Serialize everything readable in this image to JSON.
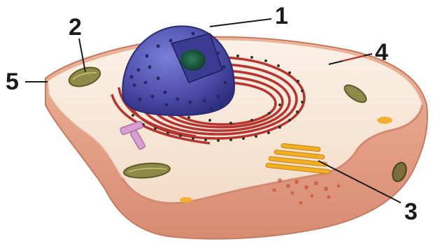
{
  "labels": {
    "nucleus": "1",
    "mitochondrion": "2",
    "golgi": "3",
    "cytoplasm": "4",
    "membrane": "5"
  },
  "colors": {
    "membrane": "#e7a68a",
    "cytoplasm": "#f6e8da",
    "nucleus": "#5a5cb8",
    "nucleolus": "#1c5a3c",
    "er": "#b8332e",
    "mitochondria": "#8a8a4a",
    "golgi": "#f0b020",
    "centriole": "#d8a0d0",
    "leader": "#1a1a1a"
  },
  "icons": {
    "nucleus": "nucleus-icon",
    "mitochondrion": "mitochondrion-icon",
    "golgi": "golgi-apparatus-icon",
    "centriole": "centriole-icon"
  }
}
